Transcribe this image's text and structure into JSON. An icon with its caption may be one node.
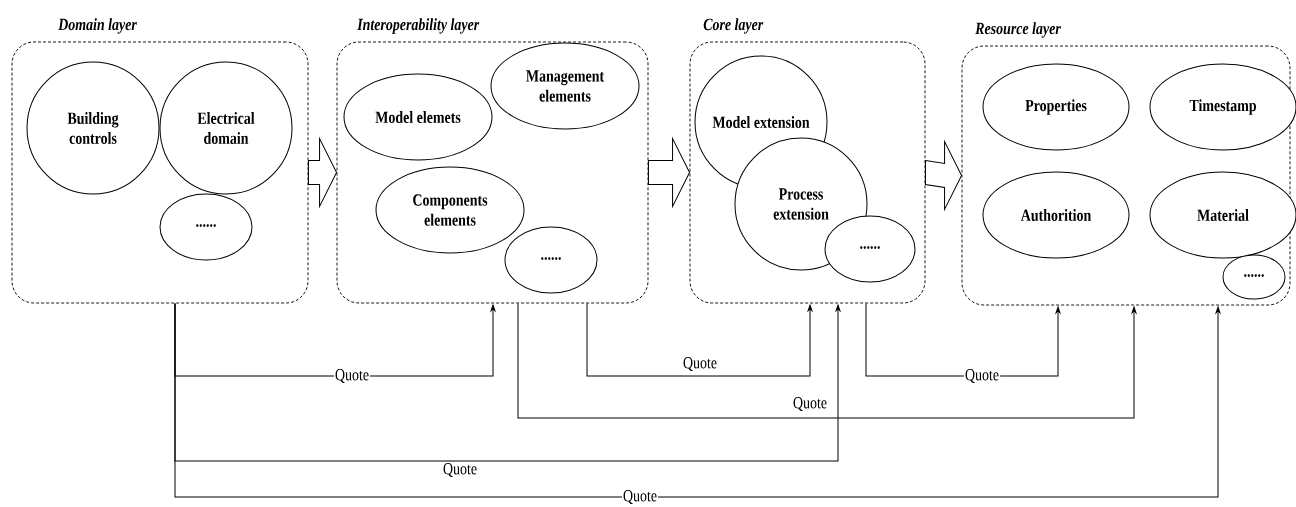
{
  "diagram": {
    "nodes": [
      {
        "text": [
          "Domain layer"
        ]
      },
      {
        "text": [
          "Building controls"
        ],
        "in": 0
      },
      {
        "text": [
          "Electrical domain"
        ],
        "in": 0
      },
      {
        "text": [
          "......"
        ],
        "in": 0
      },
      {
        "text": [
          "Interoperability layer"
        ]
      },
      {
        "text": [
          "Model elemets"
        ],
        "in": 4
      },
      {
        "text": [
          "Management elements"
        ],
        "in": 4
      },
      {
        "text": [
          "Components elements"
        ],
        "in": 4
      },
      {
        "text": [
          "......"
        ],
        "in": 4
      },
      {
        "text": [
          "Core layer"
        ]
      },
      {
        "text": [
          "Model extension"
        ],
        "in": 9
      },
      {
        "text": [
          "Process extension"
        ],
        "in": 9
      },
      {
        "text": [
          "......"
        ],
        "in": 9
      },
      {
        "text": [
          "Resource layer"
        ]
      },
      {
        "text": [
          "Properties"
        ],
        "in": 13
      },
      {
        "text": [
          "Timestamp"
        ],
        "in": 13
      },
      {
        "text": [
          "Authorition"
        ],
        "in": 13
      },
      {
        "text": [
          "Material"
        ],
        "in": 13
      },
      {
        "text": [
          "......"
        ],
        "in": 13
      }
    ],
    "edges": [
      {
        "from": 0,
        "to": 4,
        "arrow": "to",
        "style": "thick"
      },
      {
        "from": 4,
        "to": 9,
        "arrow": "to",
        "style": "thick"
      },
      {
        "from": 9,
        "to": 13,
        "arrow": "to",
        "style": "thick"
      },
      {
        "from": 0,
        "to": 4,
        "arrow": "to",
        "label": "Quote"
      },
      {
        "from": 4,
        "to": 9,
        "arrow": "to",
        "label": "Quote"
      },
      {
        "from": 9,
        "to": 13,
        "arrow": "to",
        "label": "Quote"
      },
      {
        "from": 4,
        "to": 13,
        "arrow": "to",
        "label": "Quote"
      },
      {
        "from": 0,
        "to": 9,
        "arrow": "to",
        "label": "Quote"
      },
      {
        "from": 0,
        "to": 13,
        "arrow": "to",
        "label": "Quote"
      }
    ]
  }
}
